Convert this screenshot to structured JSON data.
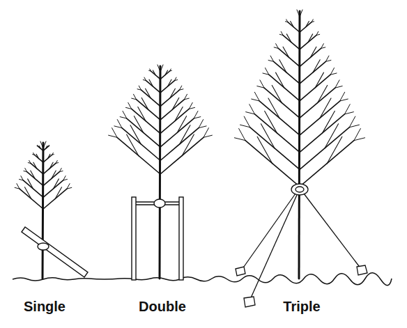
{
  "diagram": {
    "labels": [
      "Single",
      "Double",
      "Triple"
    ]
  }
}
